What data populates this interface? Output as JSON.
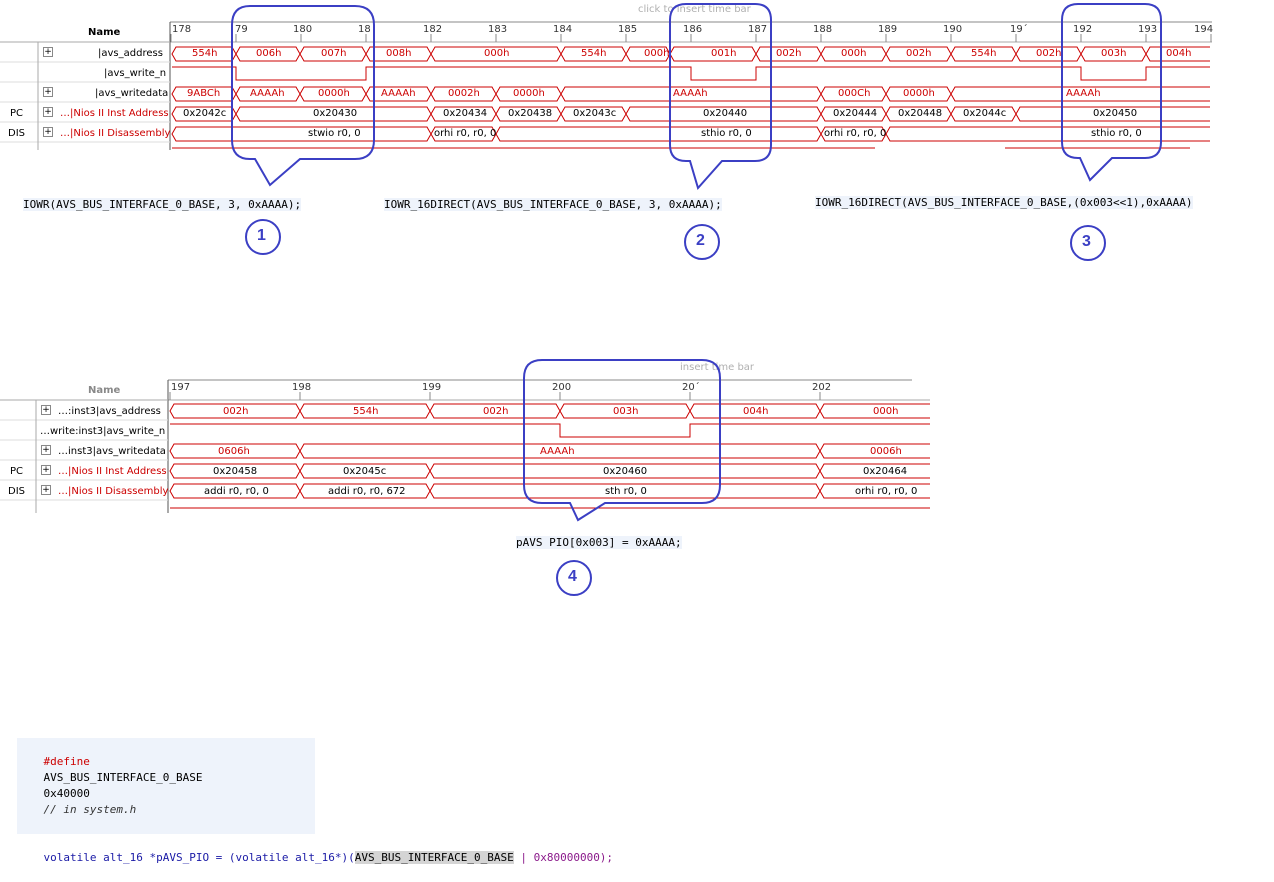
{
  "top_waveform": {
    "hint": "click to insert time bar",
    "name_header": "Name",
    "ruler": [
      "178",
      "79",
      "180",
      "18",
      "182",
      "183",
      "184",
      "185",
      "186",
      "187",
      "188",
      "189",
      "190",
      "19´",
      "192",
      "193",
      "194"
    ],
    "rows": [
      {
        "prefix": "",
        "name": "|avs_address",
        "color": "#000"
      },
      {
        "prefix": "",
        "name": "|avs_write_n",
        "color": "#000"
      },
      {
        "prefix": "",
        "name": "|avs_writedata",
        "color": "#000"
      },
      {
        "prefix": "PC",
        "name": "…|Nios II Inst Address",
        "color": "#cc0000"
      },
      {
        "prefix": "DIS",
        "name": "…|Nios II Disassembly",
        "color": "#cc0000"
      }
    ],
    "row_values": [
      [
        "554h",
        "006h",
        "007h",
        "008h",
        "000h",
        "554h",
        "000h",
        "001h",
        "002h",
        "000h",
        "002h",
        "554h",
        "002h",
        "003h",
        "004h"
      ],
      [],
      [
        "9ABCh",
        "AAAAh",
        "0000h",
        "AAAAh",
        "0002h",
        "0000h",
        "AAAAh",
        "000Ch",
        "0000h",
        "AAAAh"
      ],
      [
        "0x2042c",
        "0x20430",
        "0x20434",
        "0x20438",
        "0x2043c",
        "0x20440",
        "0x20444",
        "0x20448",
        "0x2044c",
        "0x20450"
      ],
      [
        "stwio r0, 0",
        "orhi r0, r0, 0",
        "sthio r0, 0",
        "orhi r0, r0, 0",
        "sthio r0, 0"
      ]
    ]
  },
  "snippets": {
    "s1": "IOWR(AVS_BUS_INTERFACE_0_BASE, 3, 0xAAAA);",
    "s2": "IOWR_16DIRECT(AVS_BUS_INTERFACE_0_BASE, 3, 0xAAAA);",
    "s3": "IOWR_16DIRECT(AVS_BUS_INTERFACE_0_BASE,(0x003<<1),0xAAAA)",
    "s4": "pAVS PIO[0x003] = 0xAAAA;"
  },
  "callouts": [
    "1",
    "2",
    "3",
    "4"
  ],
  "bottom_waveform": {
    "hint": "insert time bar",
    "name_header": "Name",
    "ruler": [
      "197",
      "198",
      "199",
      "200",
      "20´",
      "202"
    ],
    "rows": [
      {
        "prefix": "",
        "name": "…:inst3|avs_address",
        "color": "#000"
      },
      {
        "prefix": "",
        "name": "…write:inst3|avs_write_n",
        "color": "#000"
      },
      {
        "prefix": "",
        "name": "…inst3|avs_writedata",
        "color": "#000"
      },
      {
        "prefix": "PC",
        "name": "…|Nios II Inst Address",
        "color": "#cc0000"
      },
      {
        "prefix": "DIS",
        "name": "…|Nios II Disassembly",
        "color": "#cc0000"
      }
    ],
    "row_values": [
      [
        "002h",
        "554h",
        "002h",
        "003h",
        "004h",
        "000h"
      ],
      [],
      [
        "0606h",
        "AAAAh",
        "0006h"
      ],
      [
        "0x20458",
        "0x2045c",
        "0x20460",
        "0x20464"
      ],
      [
        "addi r0, r0, 0",
        "addi r0, r0, 672",
        "sth r0, 0",
        "orhi r0, r0, 0"
      ]
    ]
  },
  "code": {
    "define_keyword": "#define",
    "define_name": "AVS_BUS_INTERFACE_0_BASE",
    "define_value": "0x40000",
    "define_comment": "// in system.h",
    "line2_a": "volatile alt_16 *pAVS_PIO = (volatile alt_16*)(",
    "line2_b": "AVS_BUS_INTERFACE_0_BASE",
    "line2_c": " | 0x80000000);"
  }
}
